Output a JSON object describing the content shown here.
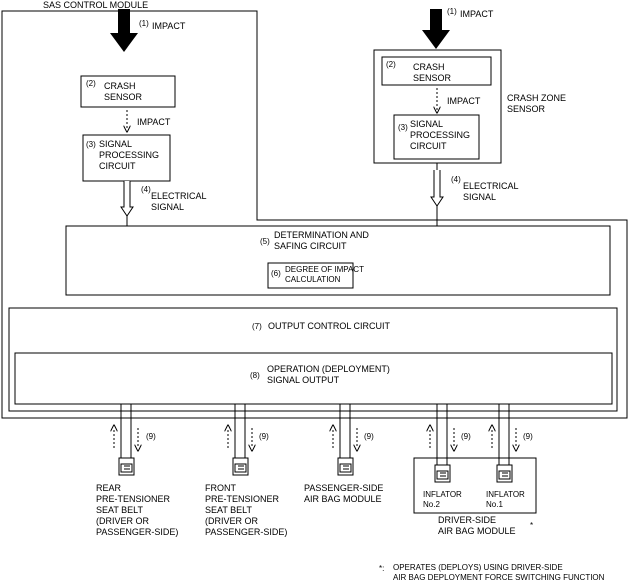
{
  "module_title": "SAS CONTROL MODULE",
  "left_chain": {
    "impact_num": "(1)",
    "impact_label": "IMPACT",
    "crash_sensor_num": "(2)",
    "crash_sensor_label": "CRASH\nSENSOR",
    "inner_impact": "IMPACT",
    "spc_num": "(3)",
    "spc_label": "SIGNAL\nPROCESSING\nCIRCUIT",
    "electrical_num": "(4)",
    "electrical_label": "ELECTRICAL\nSIGNAL"
  },
  "right_chain": {
    "impact_num": "(1)",
    "impact_label": "IMPACT",
    "crash_sensor_num": "(2)",
    "crash_sensor_label": "CRASH\nSENSOR",
    "inner_impact": "IMPACT",
    "spc_num": "(3)",
    "spc_label": "SIGNAL\nPROCESSING\nCIRCUIT",
    "zone_label": "CRASH ZONE\nSENSOR",
    "electrical_num": "(4)",
    "electrical_label": "ELECTRICAL\nSIGNAL"
  },
  "determination": {
    "num": "(5)",
    "label": "DETERMINATION AND\nSAFING CIRCUIT",
    "degree_num": "(6)",
    "degree_label": "DEGREE OF IMPACT\nCALCULATION"
  },
  "output_control": {
    "num": "(7)",
    "label": "OUTPUT CONTROL CIRCUIT"
  },
  "operation": {
    "num": "(8)",
    "label": "OPERATION (DEPLOYMENT)\nSIGNAL OUTPUT"
  },
  "signal_num": "(9)",
  "devices": {
    "rear": "REAR\nPRE-TENSIONER\nSEAT BELT\n(DRIVER OR\nPASSENGER-SIDE)",
    "front": "FRONT\nPRE-TENSIONER\nSEAT BELT\n(DRIVER OR\nPASSENGER-SIDE)",
    "passenger": "PASSENGER-SIDE\nAIR BAG MODULE",
    "inflator2": "INFLATOR\nNo.2",
    "inflator1": "INFLATOR\nNo.1",
    "driver_module": "DRIVER-SIDE\nAIR BAG MODULE",
    "asterisk": "*"
  },
  "footnote": {
    "mark": "*:",
    "text": "OPERATES (DEPLOYS) USING DRIVER-SIDE\nAIR BAG DEPLOYMENT FORCE SWITCHING FUNCTION"
  }
}
